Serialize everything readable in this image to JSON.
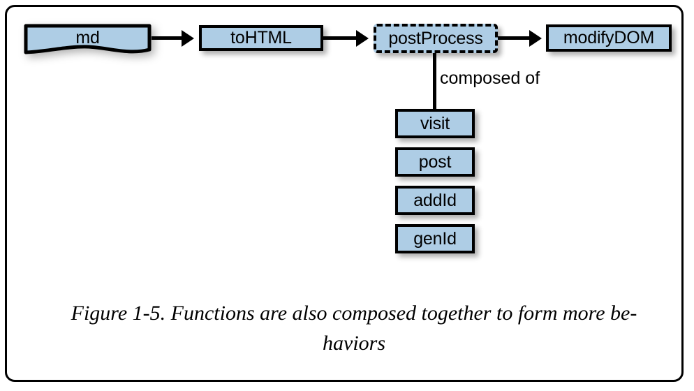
{
  "figure": {
    "caption_line1": "Figure 1-5. Functions are also composed together to form more be-",
    "caption_line2": "haviors",
    "frame_border_color": "#000000",
    "background_color": "#ffffff"
  },
  "diagram": {
    "type": "flow-diagram",
    "node_fill_color": "#aecde5",
    "node_border_color": "#000000",
    "pipeline": [
      {
        "id": "md",
        "label": "md",
        "shape": "document",
        "border": "solid"
      },
      {
        "id": "toHTML",
        "label": "toHTML",
        "shape": "rectangle",
        "border": "solid"
      },
      {
        "id": "postProcess",
        "label": "postProcess",
        "shape": "rectangle",
        "border": "dashed"
      },
      {
        "id": "modifyDOM",
        "label": "modifyDOM",
        "shape": "rectangle",
        "border": "solid"
      }
    ],
    "edges": [
      {
        "from": "md",
        "to": "toHTML",
        "style": "arrow"
      },
      {
        "from": "toHTML",
        "to": "postProcess",
        "style": "arrow"
      },
      {
        "from": "postProcess",
        "to": "modifyDOM",
        "style": "arrow"
      },
      {
        "from": "postProcess",
        "to": "visit",
        "style": "line",
        "label": "composed of"
      }
    ],
    "composition_label": "composed of",
    "composed_of": [
      {
        "id": "visit",
        "label": "visit",
        "shape": "rectangle",
        "border": "solid"
      },
      {
        "id": "post",
        "label": "post",
        "shape": "rectangle",
        "border": "solid"
      },
      {
        "id": "addId",
        "label": "addId",
        "shape": "rectangle",
        "border": "solid"
      },
      {
        "id": "genId",
        "label": "genId",
        "shape": "rectangle",
        "border": "solid"
      }
    ]
  }
}
